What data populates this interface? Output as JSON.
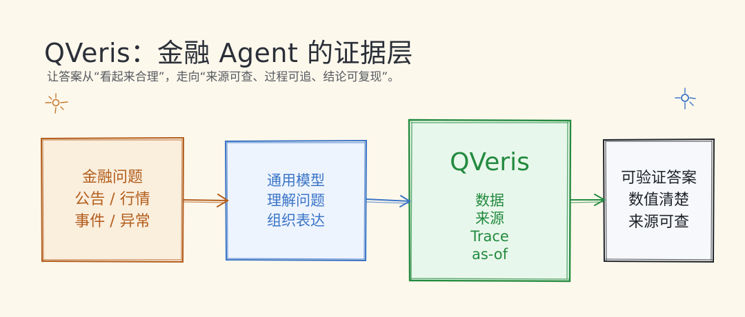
{
  "header": {
    "title": "QVeris：金融 Agent 的证据层",
    "subtitle": "让答案从“看起来合理”，走向“来源可查、过程可追、结论可复现”。"
  },
  "boxes": {
    "input": {
      "lines": [
        "金融问题",
        "公告 / 行情",
        "事件 / 异常"
      ],
      "color": "#b25d1c"
    },
    "model": {
      "lines": [
        "通用模型",
        "理解问题",
        "组织表达"
      ],
      "color": "#3a74c6"
    },
    "qveris": {
      "title": "QVeris",
      "lines": [
        "数据",
        "来源",
        "Trace",
        "as-of"
      ],
      "color": "#238a3f"
    },
    "output": {
      "lines": [
        "可验证答案",
        "数值清楚",
        "来源可查"
      ],
      "color": "#1f2329"
    }
  },
  "decorations": {
    "left_icon": "sun-sketch-icon",
    "right_icon": "sun-sketch-icon",
    "left_icon_color": "#c4782f",
    "right_icon_color": "#3a74c6"
  }
}
